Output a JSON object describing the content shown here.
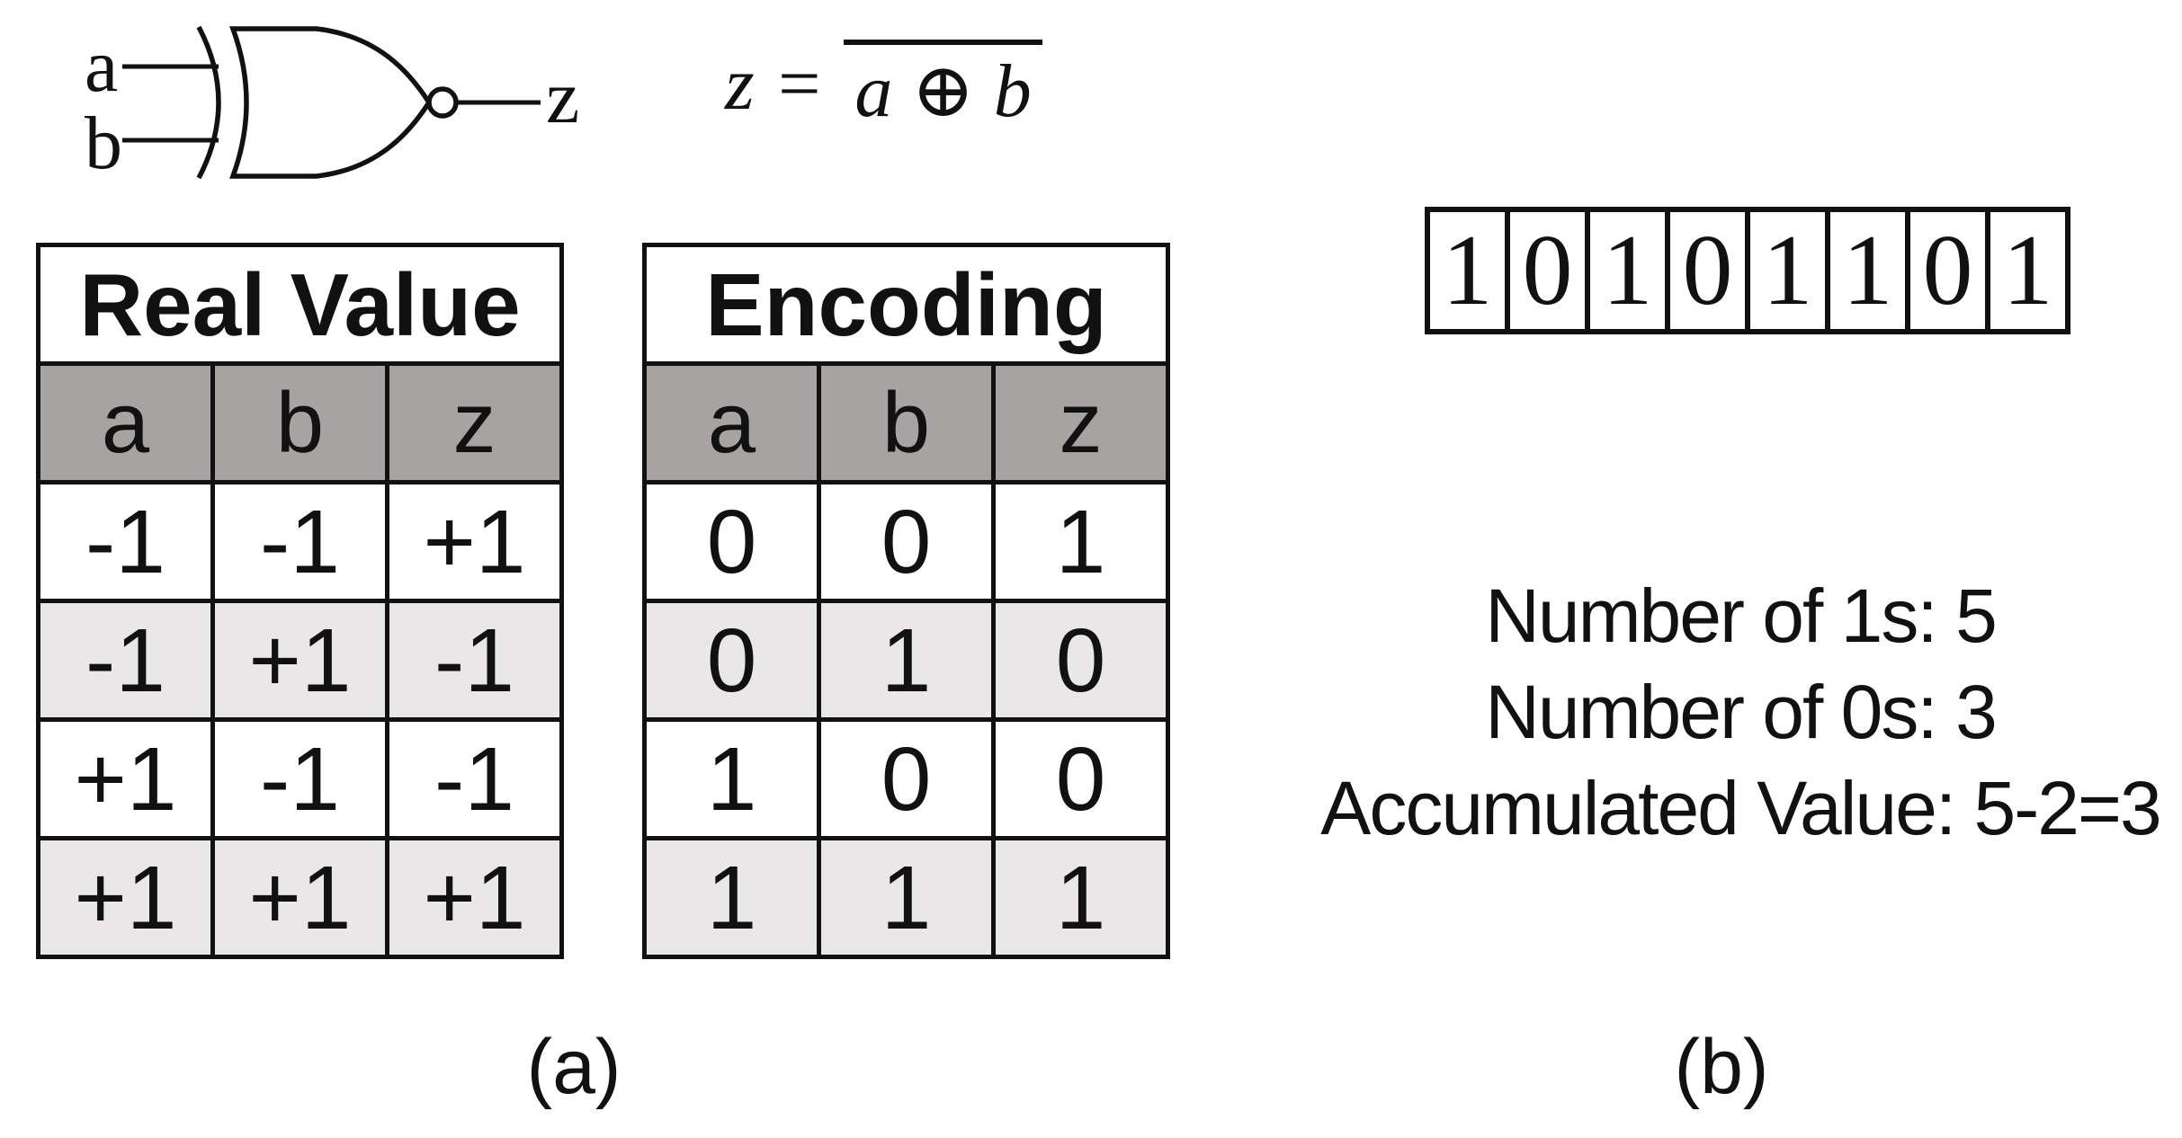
{
  "gate": {
    "input_a": "a",
    "input_b": "b",
    "output": "z"
  },
  "equation": {
    "lhs": "z =",
    "overlined_rhs": "a ⊕ b"
  },
  "real_value_table": {
    "title": "Real Value",
    "columns": [
      "a",
      "b",
      "z"
    ],
    "rows": [
      [
        "-1",
        "-1",
        "+1"
      ],
      [
        "-1",
        "+1",
        "-1"
      ],
      [
        "+1",
        "-1",
        "-1"
      ],
      [
        "+1",
        "+1",
        "+1"
      ]
    ]
  },
  "encoding_table": {
    "title": "Encoding",
    "columns": [
      "a",
      "b",
      "z"
    ],
    "rows": [
      [
        "0",
        "0",
        "1"
      ],
      [
        "0",
        "1",
        "0"
      ],
      [
        "1",
        "0",
        "0"
      ],
      [
        "1",
        "1",
        "1"
      ]
    ]
  },
  "bitstream": {
    "bits": [
      "1",
      "0",
      "1",
      "0",
      "1",
      "1",
      "0",
      "1"
    ]
  },
  "stats": {
    "ones": "Number of 1s: 5",
    "zeros": "Number of 0s: 3",
    "accumulated": "Accumulated Value: 5-2=3"
  },
  "panel_labels": {
    "a": "(a)",
    "b": "(b)"
  },
  "colors": {
    "header_gray": "#a7a3a3",
    "row_alt": "#e9e7e7",
    "border": "#111111"
  }
}
